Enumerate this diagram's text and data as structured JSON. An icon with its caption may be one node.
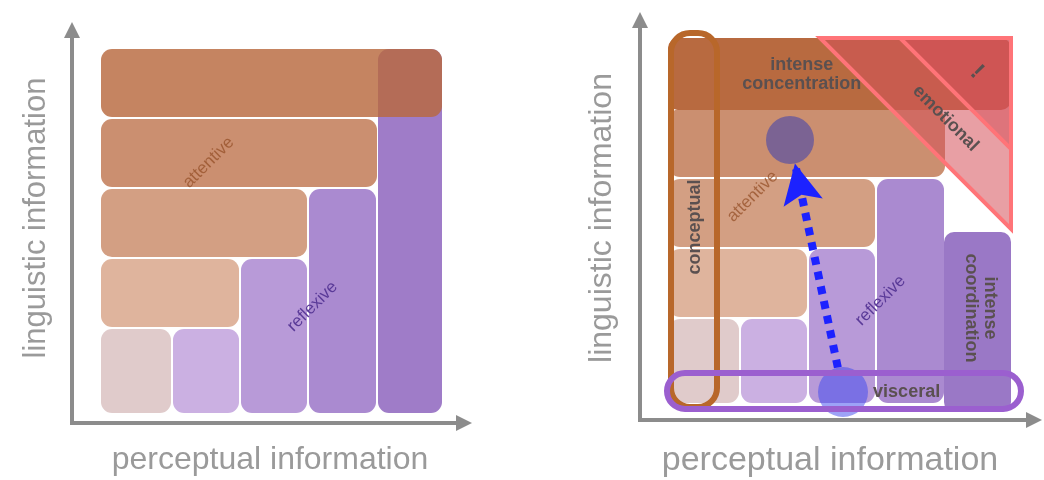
{
  "diagram": {
    "nodes": [
      {
        "text": [
          "intense concentration"
        ]
      },
      {
        "text": [
          "emotional"
        ]
      },
      {
        "text": [
          "!"
        ],
        "in": 1
      },
      {
        "text": [
          "conceptual"
        ]
      },
      {
        "text": [
          "intense coordination"
        ]
      },
      {
        "text": [
          "visceral"
        ]
      },
      {
        "text": [],
        "shape": "circle"
      },
      {
        "text": [],
        "shape": "circle"
      }
    ],
    "edges": [
      {
        "from": 7,
        "to": 6,
        "arrow": "to",
        "style": "dashed"
      }
    ],
    "labels": [
      "linguistic information",
      "attentive",
      "reflexive",
      "perceptual information",
      "linguistic information",
      "attentive",
      "reflexive",
      "perceptual information"
    ]
  }
}
